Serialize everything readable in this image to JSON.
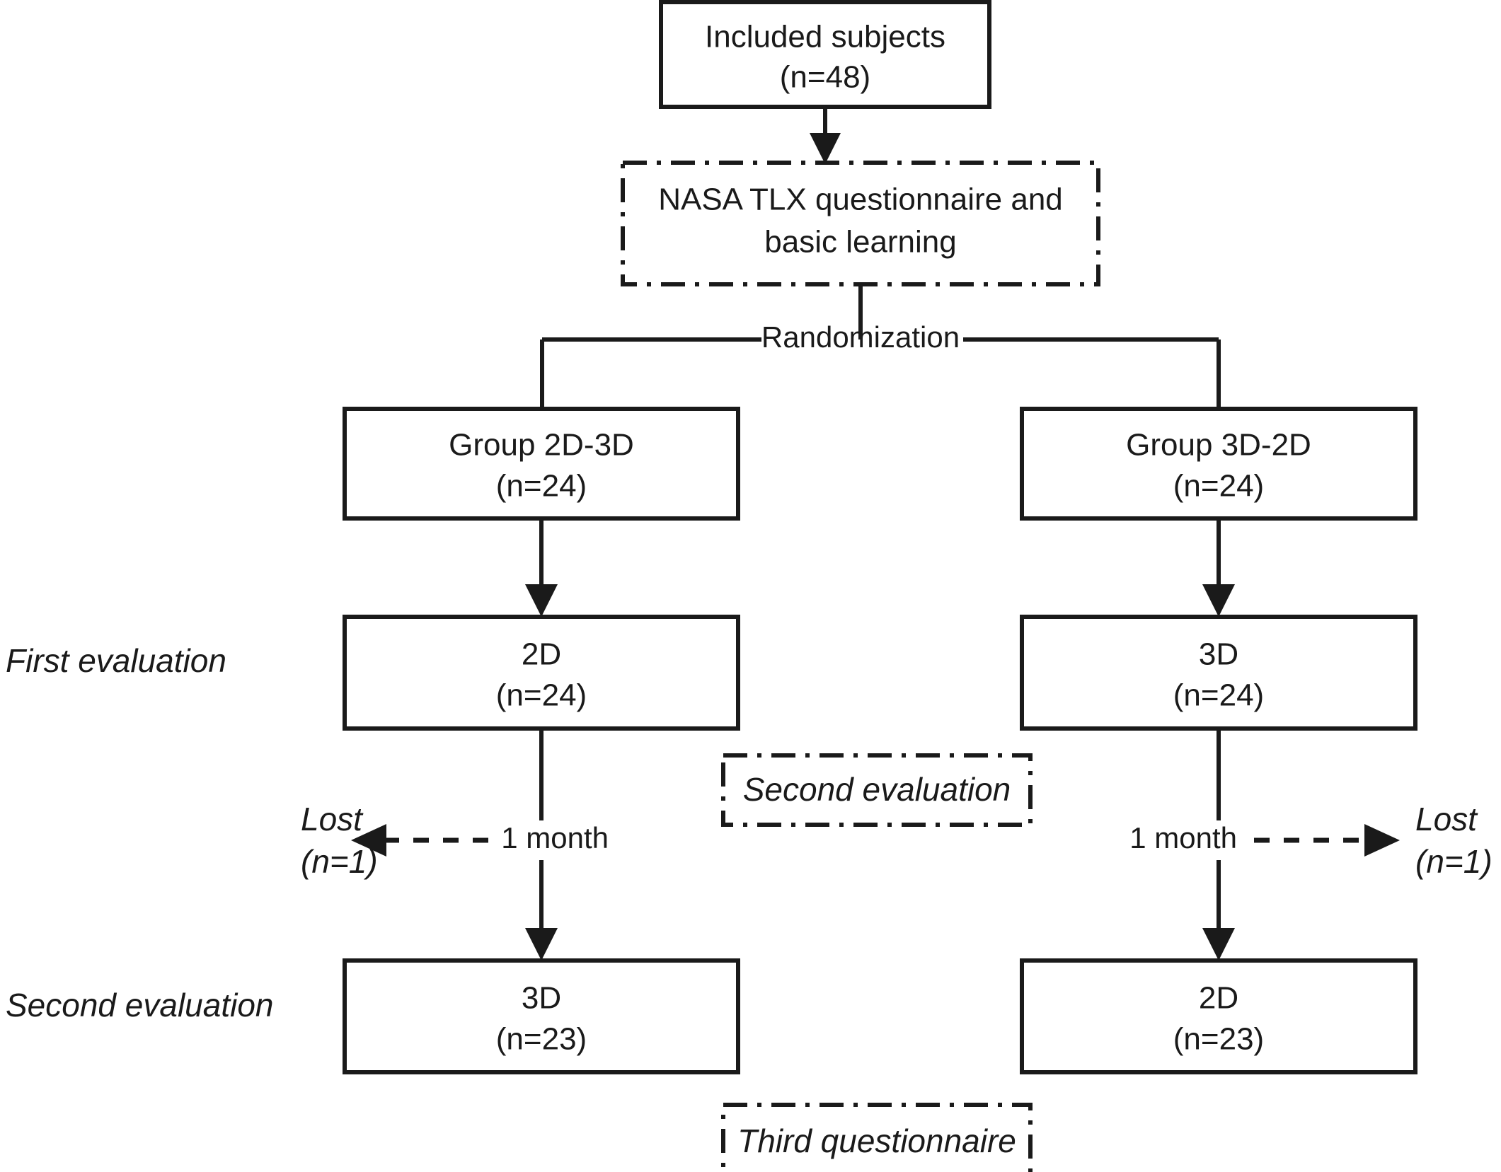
{
  "diagram": {
    "title": "CONSORT-style randomized crossover study flow diagram",
    "colors": {
      "stroke": "#1a1a1a",
      "background": "#ffffff",
      "text": "#1a1a1a"
    },
    "nodes": {
      "included": {
        "line1": "Included subjects",
        "line2": "(n=48)",
        "border": "solid"
      },
      "nasa_tlx": {
        "line1": "NASA TLX questionnaire and",
        "line2": "basic learning",
        "border": "dash-dot"
      },
      "group_left": {
        "line1": "Group 2D-3D",
        "line2": "(n=24)",
        "border": "solid"
      },
      "group_right": {
        "line1": "Group 3D-2D",
        "line2": "(n=24)",
        "border": "solid"
      },
      "first_eval_left": {
        "line1": "2D",
        "line2": "(n=24)",
        "border": "solid"
      },
      "first_eval_right": {
        "line1": "3D",
        "line2": "(n=24)",
        "border": "solid"
      },
      "second_eval_left": {
        "line1": "3D",
        "line2": "(n=23)",
        "border": "solid"
      },
      "second_eval_right": {
        "line1": "2D",
        "line2": "(n=23)",
        "border": "solid"
      },
      "second_eval_marker": {
        "label": "Second evaluation",
        "border": "dash-dot"
      },
      "third_questionnaire": {
        "label": "Third questionnaire",
        "border": "dash-dot"
      }
    },
    "row_labels": {
      "first_evaluation": "First evaluation",
      "second_evaluation": "Second evaluation"
    },
    "edge_labels": {
      "randomization": "Randomization",
      "one_month_left": "1 month",
      "one_month_right": "1 month",
      "lost_left_line1": "Lost",
      "lost_left_line2": "(n=1)",
      "lost_right_line1": "Lost",
      "lost_right_line2": "(n=1)"
    }
  }
}
